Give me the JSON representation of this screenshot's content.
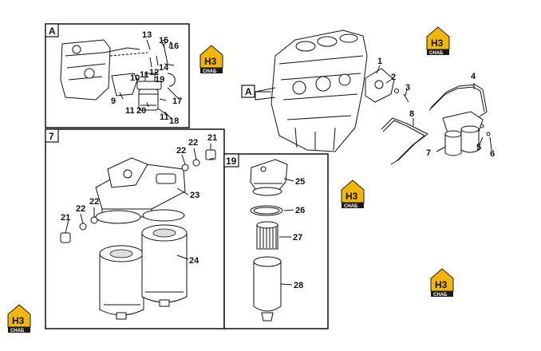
{
  "colors": {
    "line": "#111111",
    "background": "#ffffff",
    "logo_gold": "#f2b705",
    "logo_dark": "#1a1a1a"
  },
  "logo": {
    "mark": "H3",
    "sub": "СНАБ"
  },
  "boxes": {
    "A": {
      "tag": "A"
    },
    "seven": {
      "tag": "7"
    },
    "nineteen": {
      "tag": "19"
    }
  },
  "main_view": {
    "callout_tag": "A"
  },
  "labels": {
    "main": [
      "1",
      "2",
      "3",
      "4",
      "5",
      "6",
      "7",
      "8"
    ],
    "box_a": [
      "13",
      "15",
      "16",
      "14",
      "12",
      "11",
      "10",
      "19",
      "9",
      "17",
      "11",
      "20",
      "11",
      "18"
    ],
    "box_7": [
      "21",
      "22",
      "22",
      "23",
      "22",
      "22",
      "21",
      "24"
    ],
    "box_19": [
      "25",
      "26",
      "27",
      "28"
    ]
  }
}
